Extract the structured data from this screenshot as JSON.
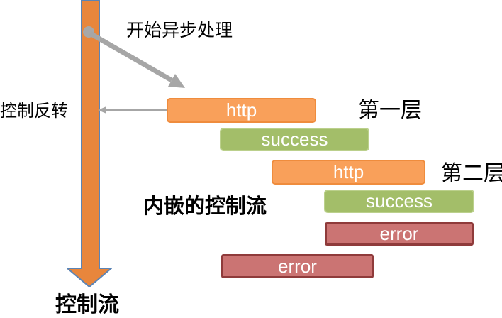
{
  "diagram": {
    "annotations": {
      "start_async": "开始异步处理",
      "inversion_of_control": "控制反转",
      "control_flow": "控制流",
      "nested_control_flow": "内嵌的控制流",
      "layer1": "第一层",
      "layer2": "第二层"
    },
    "bars": [
      {
        "label": "http",
        "type": "http",
        "layer": 1
      },
      {
        "label": "success",
        "type": "success",
        "layer": 1
      },
      {
        "label": "http",
        "type": "http",
        "layer": 2
      },
      {
        "label": "success",
        "type": "success",
        "layer": 2
      },
      {
        "label": "error",
        "type": "error",
        "layer": 2
      },
      {
        "label": "error",
        "type": "error",
        "layer": 1
      }
    ],
    "colors": {
      "http_fill": "#F9A05A",
      "http_border": "#EF8C3D",
      "success_fill": "#A3BE69",
      "success_border": "#BBD08C",
      "error_fill": "#CB7473",
      "error_border": "#8F3B3B",
      "flow_arrow_fill": "#E8863C",
      "flow_arrow_border": "#5B84B5",
      "gray_arrow": "#A6A6A6",
      "text": "#000000",
      "bar_text": "#FFFFFF"
    }
  }
}
